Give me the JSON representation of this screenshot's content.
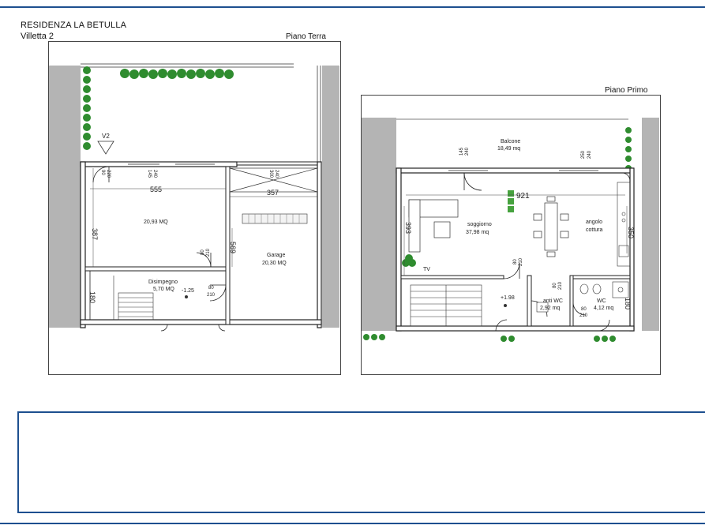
{
  "header": {
    "title": "RESIDENZA LA BETULLA",
    "subtitle": "Villetta 2"
  },
  "ground_floor": {
    "label": "Piano Terra",
    "marker": "V2",
    "rooms": [
      {
        "name": "20,93 MQ"
      },
      {
        "name": "Garage",
        "area": "20,30 MQ"
      },
      {
        "name": "Disimpegno",
        "area": "5,70 MQ"
      }
    ],
    "level": "-1.25",
    "dims": {
      "w_left": "555",
      "w_right": "357",
      "h_left": "387",
      "h_right": "569",
      "h_lower": "180",
      "d90": "90",
      "d220": "220",
      "d145": "145",
      "d240a": "240",
      "d300": "300",
      "d240b": "240",
      "door80a": "80",
      "door210a": "210",
      "door80b": "80",
      "door210b": "210"
    }
  },
  "first_floor": {
    "label": "Piano Primo",
    "rooms": [
      {
        "name": "Balcone",
        "area": "18,49 mq"
      },
      {
        "name": "soggiorno",
        "area": "37,98 mq"
      },
      {
        "name": "angolo",
        "area": "cottura"
      },
      {
        "name": "anti WC",
        "area": "2,92 mq"
      },
      {
        "name": "WC",
        "area": "4,12 mq"
      }
    ],
    "tv": "TV",
    "level": "+1.98",
    "dims": {
      "width": "921",
      "h_left": "393",
      "h_right": "350",
      "h_wc": "180",
      "d145": "145",
      "d240a": "240",
      "d250": "250",
      "d240b": "240",
      "door80a": "80",
      "door210a": "210",
      "door80b": "80",
      "door210b": "210",
      "door80c": "80",
      "door210c": "210"
    }
  }
}
